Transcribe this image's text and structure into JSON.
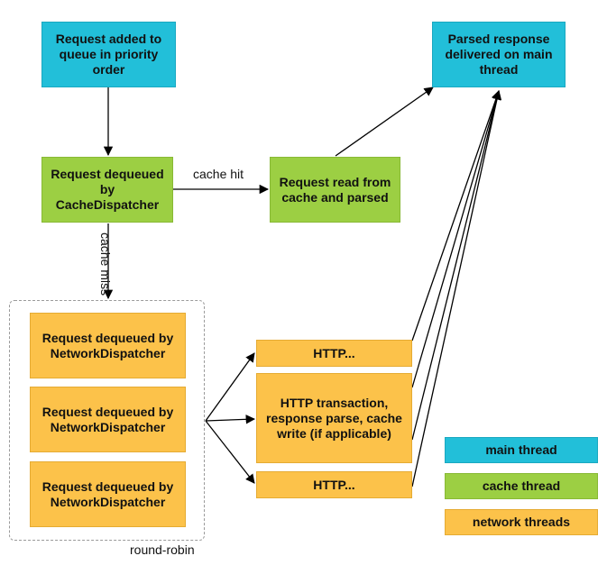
{
  "nodes": {
    "queue": "Request added to queue in priority order",
    "cache_dispatch": "Request dequeued by CacheDispatcher",
    "cache_read": "Request read from cache and parsed",
    "parsed_response": "Parsed response delivered on main thread",
    "network_1": "Request dequeued by NetworkDispatcher",
    "network_2": "Request dequeued by NetworkDispatcher",
    "network_3": "Request dequeued by NetworkDispatcher",
    "http_top": "HTTP...",
    "http_main": "HTTP transaction, response parse, cache write (if applicable)",
    "http_bottom": "HTTP..."
  },
  "edge_labels": {
    "cache_hit": "cache hit",
    "cache_miss": "cache miss",
    "round_robin": "round-robin"
  },
  "legend": {
    "main": "main thread",
    "cache": "cache thread",
    "network": "network threads"
  },
  "colors": {
    "main_thread": "#22bfd9",
    "cache_thread": "#9ccf43",
    "network_threads": "#fcc24a"
  }
}
